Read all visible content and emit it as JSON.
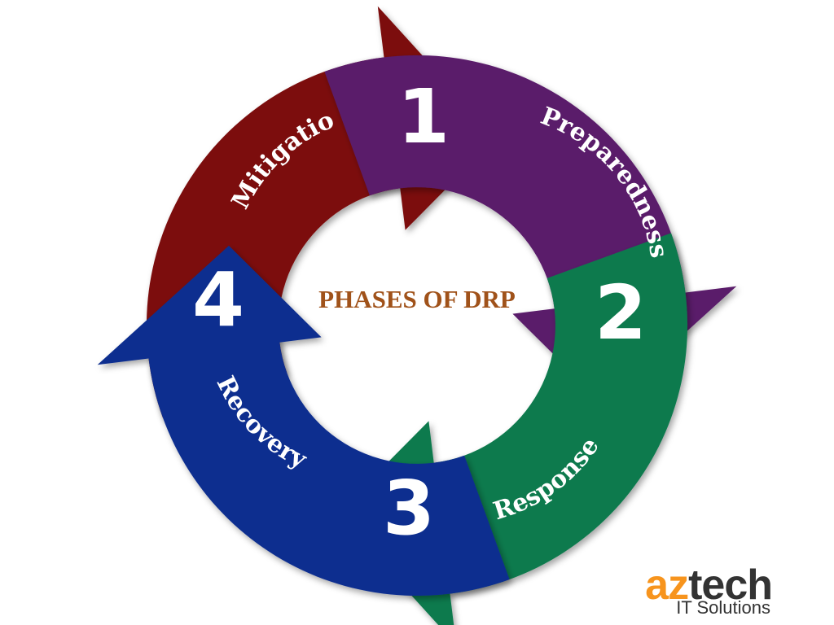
{
  "title": "PHASES OF DRP",
  "colors": {
    "title": "#a0521a",
    "mitigation": "#7b0a0a",
    "preparedness": "#5a1a6b",
    "response": "#0f7a4e",
    "recovery": "#0f2f8f",
    "logo_accent": "#f7941d",
    "logo_dark": "#333333"
  },
  "phases": [
    {
      "number": "1",
      "label": "Mitigation"
    },
    {
      "number": "2",
      "label": "Preparedness"
    },
    {
      "number": "3",
      "label": "Response"
    },
    {
      "number": "4",
      "label": "Recovery"
    }
  ],
  "logo": {
    "brand_accent": "az",
    "brand_rest": "tech",
    "tagline": "IT Solutions"
  }
}
